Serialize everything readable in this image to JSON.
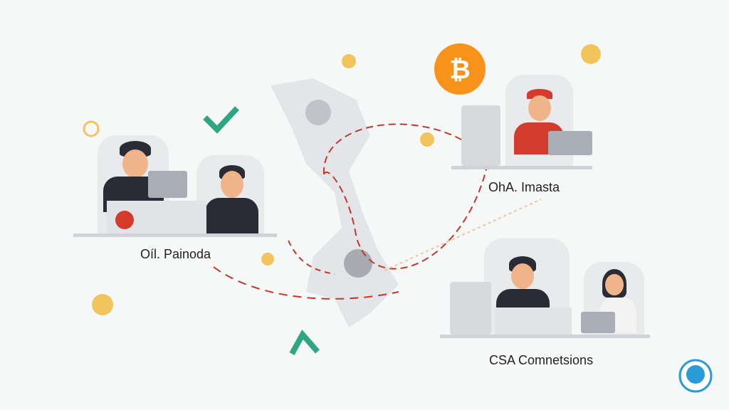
{
  "labels": {
    "left_team": "Oíl. Painoda",
    "right_top_team": "OhA. Imasta",
    "right_bottom_team": "CSA Comnetsions"
  },
  "colors": {
    "background": "#f6f7f7",
    "bitcoin": "#f7931a",
    "accent_green": "#2ea682",
    "arrow_red": "#c0392b",
    "map": "#e4e5e8"
  }
}
